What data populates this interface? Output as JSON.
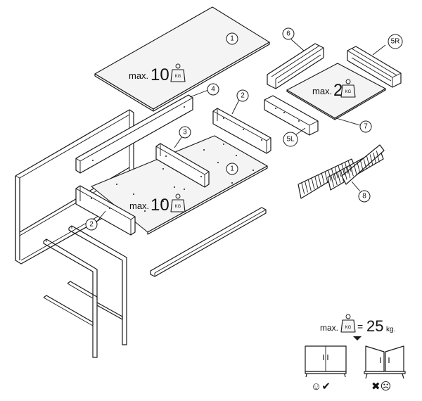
{
  "callouts": {
    "p1_top": "1",
    "p1_bottom": "1",
    "p2_right": "2",
    "p2_left": "2",
    "p3": "3",
    "p4": "4",
    "p5l": "5L",
    "p5r": "5R",
    "p6": "6",
    "p7": "7",
    "p8": "8"
  },
  "loads": {
    "top_prefix": "max.",
    "top_value": "10",
    "drawer_prefix": "max.",
    "drawer_value": "2",
    "bed_prefix": "max.",
    "bed_value": "10",
    "weight_icon_label": "KG"
  },
  "warning": {
    "prefix": "max.",
    "equals": "=",
    "value": "25",
    "unit": "kg.",
    "ok_mark": "☺✔",
    "bad_mark": "✖☹"
  }
}
